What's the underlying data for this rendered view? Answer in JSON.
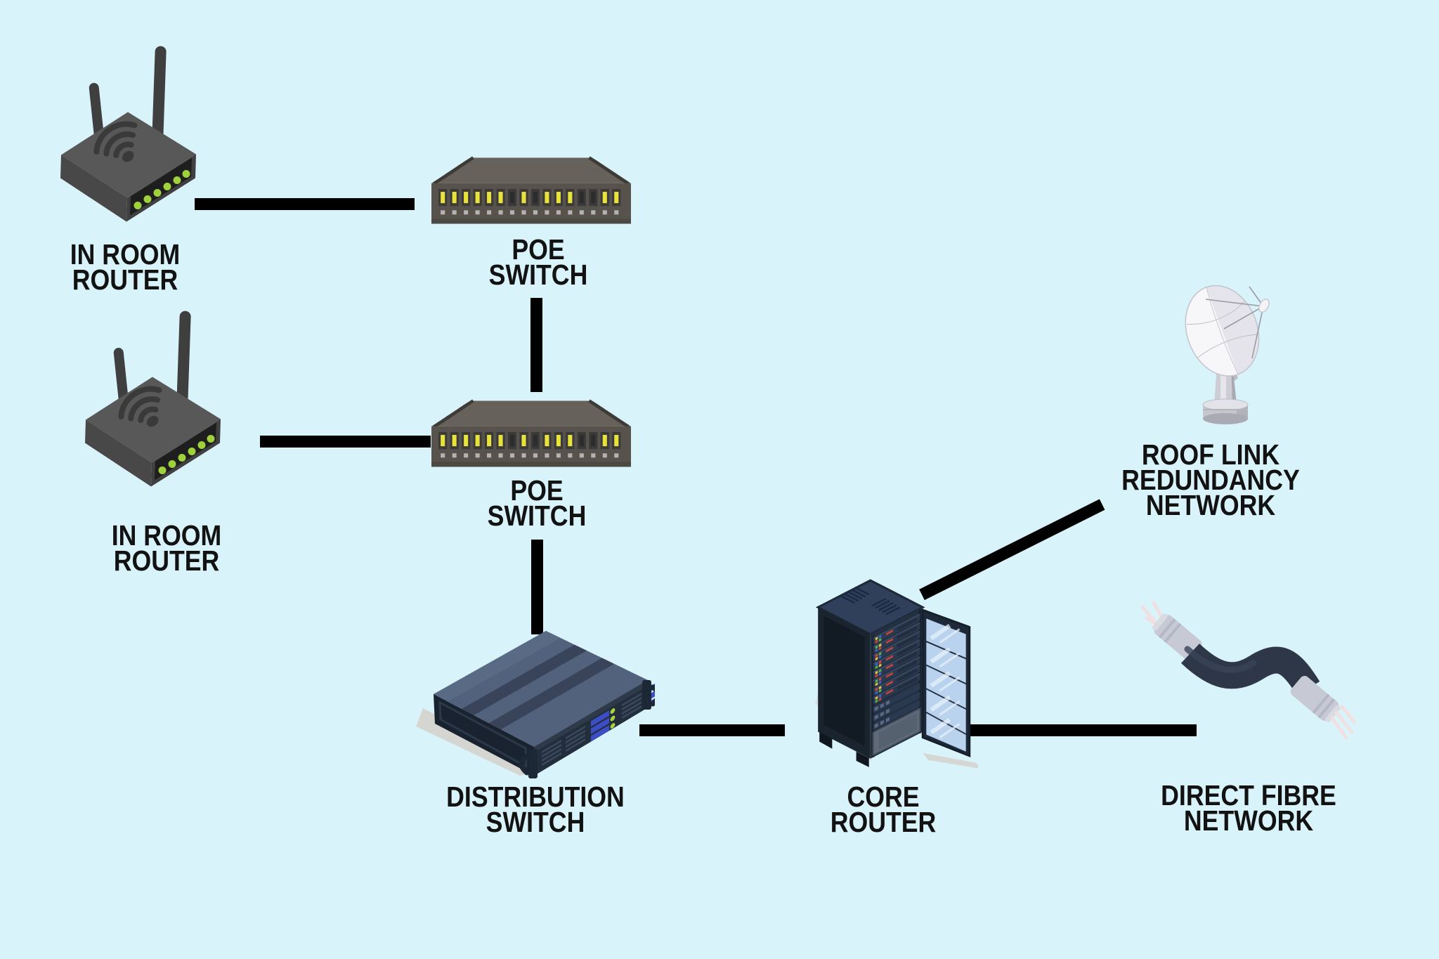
{
  "diagram": {
    "background_color": "#d9f3fa",
    "edge_color": "#000000",
    "label_color": "#121212",
    "nodes": [
      {
        "id": "in-room-router-1",
        "type": "wifi-router",
        "label_lines": [
          "IN ROOM",
          "ROUTER"
        ]
      },
      {
        "id": "poe-switch-1",
        "type": "poe-switch",
        "label_lines": [
          "POE",
          "SWITCH"
        ]
      },
      {
        "id": "in-room-router-2",
        "type": "wifi-router",
        "label_lines": [
          "IN ROOM",
          "ROUTER"
        ]
      },
      {
        "id": "poe-switch-2",
        "type": "poe-switch",
        "label_lines": [
          "POE",
          "SWITCH"
        ]
      },
      {
        "id": "distribution-switch",
        "type": "rack-server",
        "label_lines": [
          "DISTRIBUTION",
          "SWITCH"
        ]
      },
      {
        "id": "core-router",
        "type": "server-rack-cabinet",
        "label_lines": [
          "CORE",
          "ROUTER"
        ]
      },
      {
        "id": "roof-link-redundancy-network",
        "type": "satellite-dish",
        "label_lines": [
          "ROOF LINK",
          "REDUNDANCY",
          "NETWORK"
        ]
      },
      {
        "id": "direct-fibre-network",
        "type": "fibre-cable",
        "label_lines": [
          "DIRECT FIBRE",
          "NETWORK"
        ]
      }
    ],
    "edges": [
      {
        "from": "in-room-router-1",
        "to": "poe-switch-1"
      },
      {
        "from": "in-room-router-2",
        "to": "poe-switch-2"
      },
      {
        "from": "poe-switch-1",
        "to": "poe-switch-2"
      },
      {
        "from": "poe-switch-2",
        "to": "distribution-switch"
      },
      {
        "from": "distribution-switch",
        "to": "core-router"
      },
      {
        "from": "core-router",
        "to": "roof-link-redundancy-network"
      },
      {
        "from": "core-router",
        "to": "direct-fibre-network"
      }
    ],
    "device_colors": {
      "router_body": "#575757",
      "led_green": "#9fd13c",
      "switch_body": "#5b554e",
      "port_yellow": "#e8e23b",
      "server_top": "#52627c",
      "server_front": "#232e3d",
      "drive_blue": "#3b4ec5",
      "rack_body": "#1a242f",
      "door_glass": "#b9d3ee",
      "dish_white": "#ececf0",
      "cable_navy": "#2e3748",
      "connector_gray": "#c7cad4"
    }
  }
}
